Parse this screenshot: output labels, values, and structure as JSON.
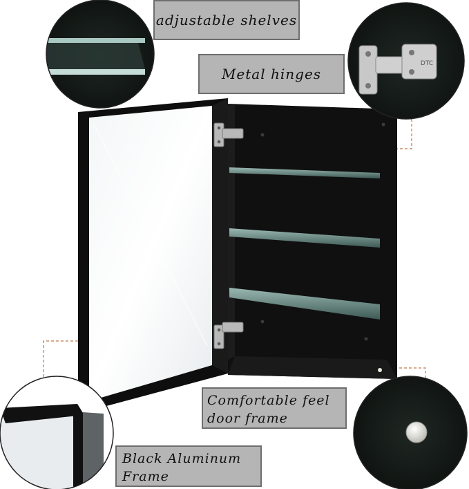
{
  "callouts": {
    "shelves": "adjustable shelves",
    "hinges": "Metal hinges",
    "door_frame": {
      "line1": "Comfortable feel",
      "line2": "door frame"
    },
    "frame": {
      "line1": "Black Aluminum",
      "line2": "Frame"
    }
  },
  "hinge_brand": "DTC",
  "colors": {
    "label_bg": "#b5b5b5",
    "label_border": "#6e6e6e",
    "cabinet_black": "#0e0e0e",
    "leader_line": "#c0764a"
  }
}
